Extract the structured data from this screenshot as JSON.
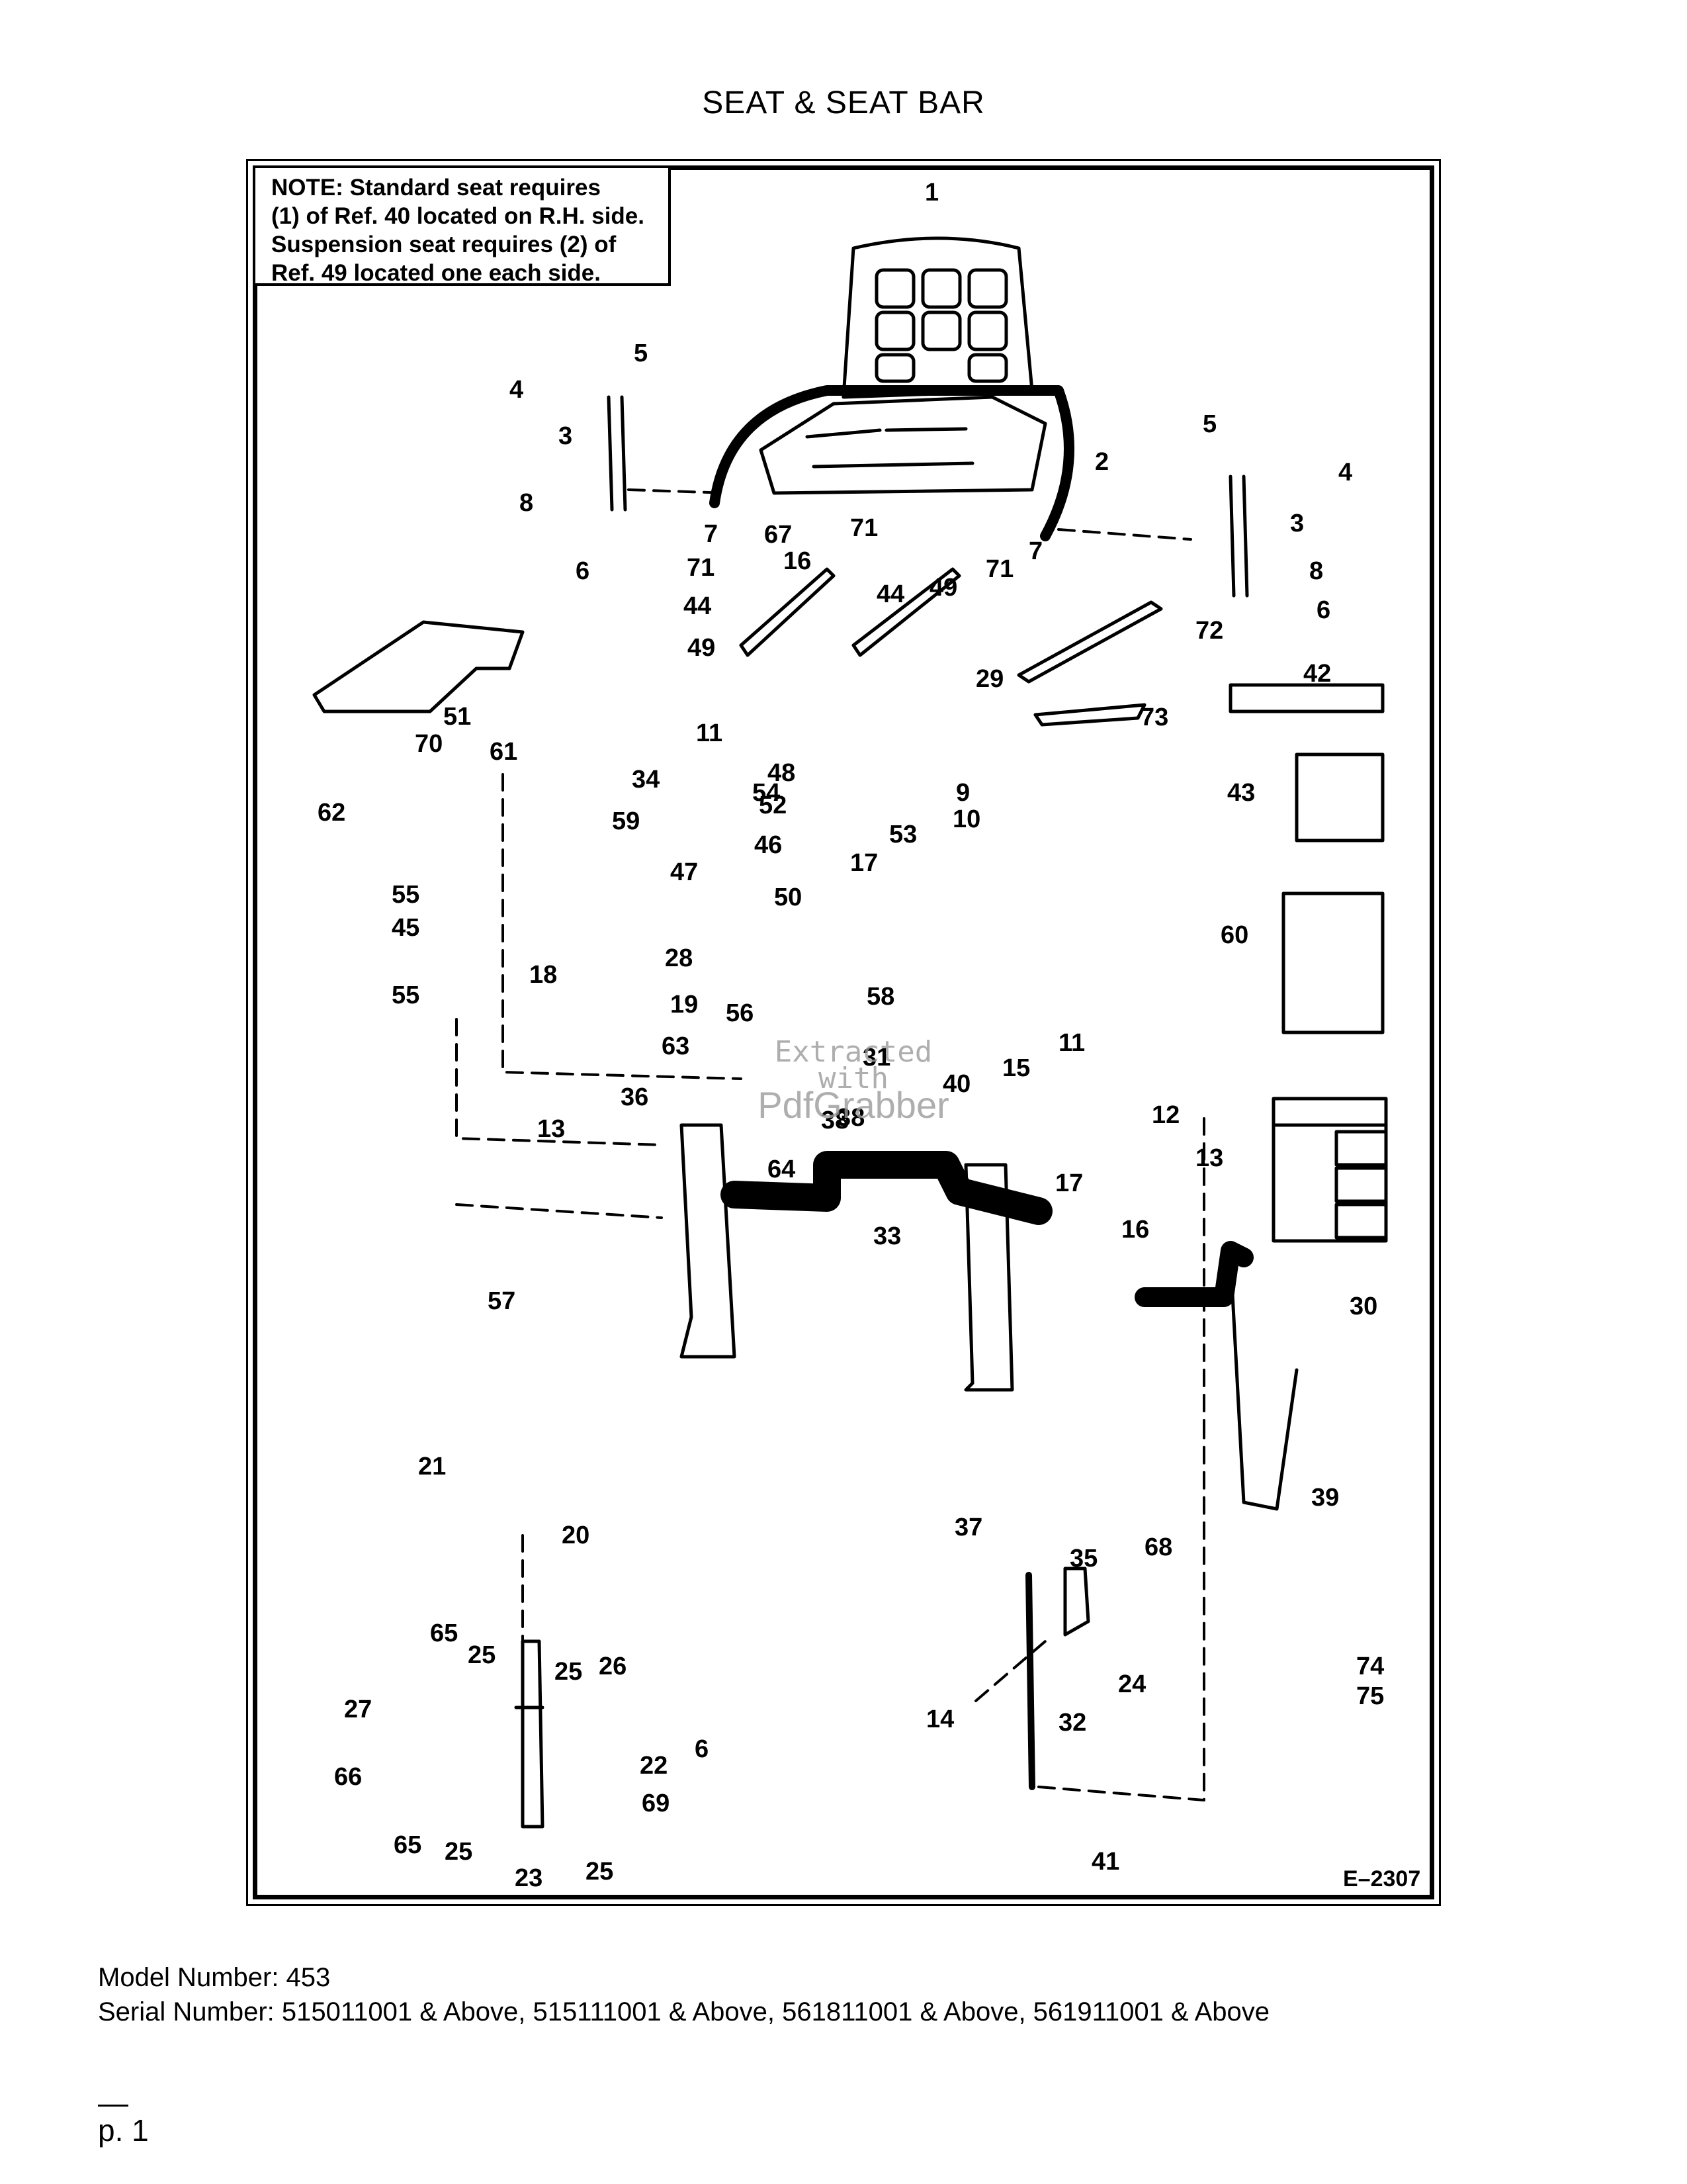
{
  "title": "SEAT & SEAT BAR",
  "note_lines": [
    "NOTE: Standard seat requires",
    "(1) of Ref. 40 located on R.H. side.",
    "Suspension seat requires (2) of",
    "Ref. 49 located one each side."
  ],
  "drawing_number": "E–2307",
  "watermark": {
    "line1": "Extracted",
    "line2": "with",
    "line3": "PdfGrabber"
  },
  "callouts": [
    "1",
    "2",
    "3",
    "3",
    "4",
    "4",
    "5",
    "5",
    "6",
    "6",
    "6",
    "7",
    "7",
    "8",
    "8",
    "9",
    "10",
    "11",
    "11",
    "12",
    "13",
    "13",
    "14",
    "15",
    "16",
    "16",
    "17",
    "17",
    "18",
    "19",
    "20",
    "21",
    "22",
    "23",
    "24",
    "25",
    "25",
    "25",
    "25",
    "26",
    "27",
    "28",
    "29",
    "30",
    "31",
    "32",
    "33",
    "34",
    "35",
    "36",
    "37",
    "38",
    "38",
    "39",
    "40",
    "41",
    "42",
    "43",
    "44",
    "44",
    "45",
    "46",
    "47",
    "48",
    "49",
    "49",
    "50",
    "51",
    "52",
    "53",
    "54",
    "55",
    "55",
    "56",
    "57",
    "58",
    "59",
    "60",
    "61",
    "62",
    "63",
    "64",
    "65",
    "65",
    "66",
    "67",
    "68",
    "69",
    "70",
    "71",
    "71",
    "71",
    "72",
    "73",
    "74",
    "75"
  ],
  "footer": {
    "model_line": "Model Number: 453",
    "serial_line": "Serial Number: 515011001 & Above, 515111001 & Above, 561811001 & Above, 561911001 & Above",
    "page": "p. 1"
  }
}
